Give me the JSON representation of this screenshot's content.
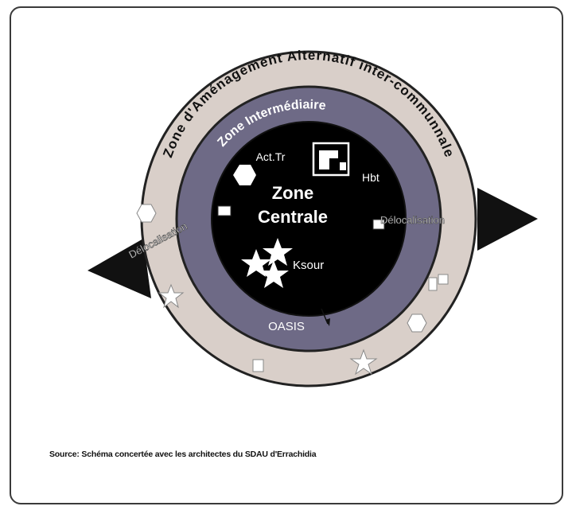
{
  "diagram": {
    "outer_ring_label": "Zone d'Aménagement Alternatif inter-communnale",
    "middle_ring_label": "Zone Intermédiaire",
    "center_line1": "Zone",
    "center_line2": "Centrale",
    "act_label": "Act.Tr",
    "hbt_label": "Hbt",
    "ksour_label": "Ksour",
    "oasis_label": "OASIS",
    "relocation_left": "Délocalisation",
    "relocation_right": "Délocalisation"
  },
  "source_note": "Source: Schéma concertée avec les architectes du SDAU d'Errachidia",
  "colors": {
    "outer_ring": "#d9cfc9",
    "middle_ring": "#6e6a86",
    "center": "#000000",
    "outline": "#222222"
  },
  "icons": [
    "hexagon-icon",
    "star-icon",
    "building-icon",
    "square-icon",
    "arrow-left-icon",
    "arrow-right-icon"
  ]
}
